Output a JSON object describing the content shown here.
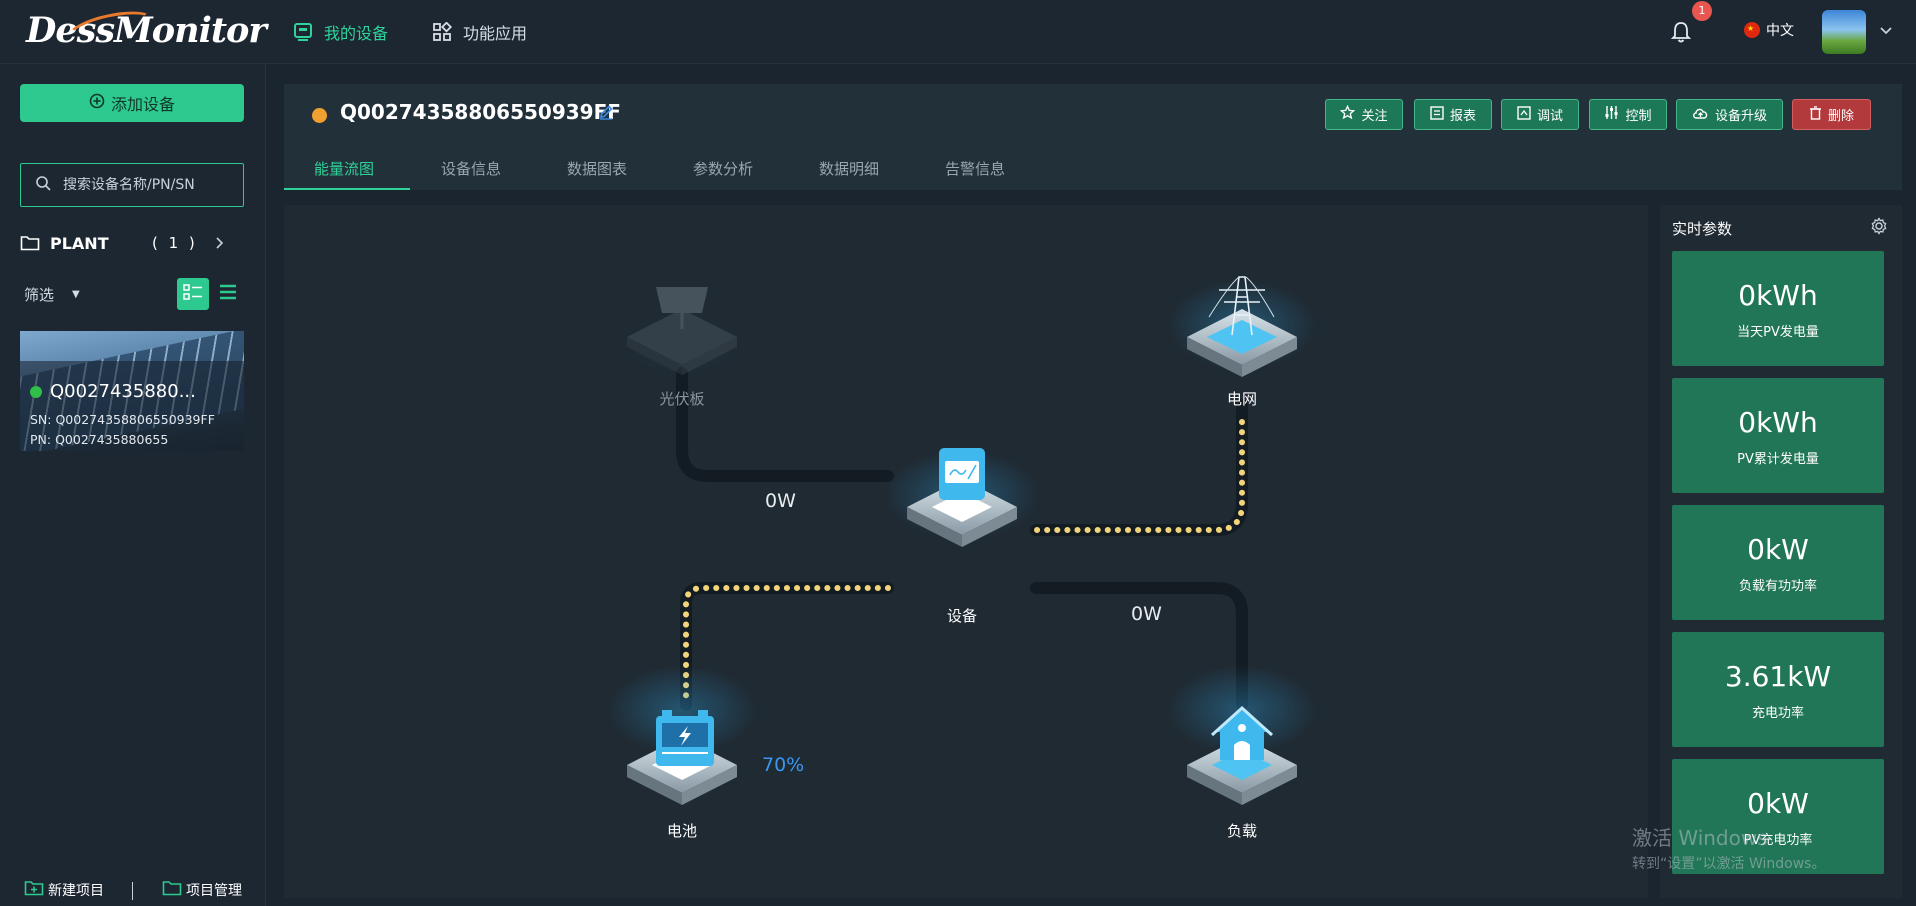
{
  "app": {
    "logo_text": "DessMonitor",
    "nav": [
      {
        "label": "我的设备"
      },
      {
        "label": "功能应用"
      }
    ],
    "notification_count": "1",
    "language": "中文"
  },
  "sidebar": {
    "add_device_label": "添加设备",
    "search_placeholder": "搜索设备名称/PN/SN",
    "plant_label": "PLANT",
    "plant_count": "( 1 )",
    "filter_label": "筛选",
    "device_card": {
      "name": "Q0027435880...",
      "sn": "SN: Q0027435880655093​9FF",
      "pn": "PN: Q0027435880655"
    },
    "bottom": {
      "new_project": "新建项目",
      "project_manage": "项目管理"
    }
  },
  "header": {
    "device_title": "Q00274358806550939FF",
    "actions": [
      {
        "label": "关注"
      },
      {
        "label": "报表"
      },
      {
        "label": "调试"
      },
      {
        "label": "控制"
      },
      {
        "label": "设备升级"
      },
      {
        "label": "删除"
      }
    ],
    "tabs": [
      {
        "label": "能量流图"
      },
      {
        "label": "设备信息"
      },
      {
        "label": "数据图表"
      },
      {
        "label": "参数分析"
      },
      {
        "label": "数据明细"
      },
      {
        "label": "告警信息"
      }
    ]
  },
  "flow": {
    "pv_label": "光伏板",
    "grid_label": "电网",
    "device_label": "设备",
    "battery_label": "电池",
    "load_label": "负载",
    "pv_power": "0W",
    "load_power": "0W",
    "battery_soc": "70%"
  },
  "realtime": {
    "title": "实时参数",
    "metrics": [
      {
        "value": "0kWh",
        "label": "当天PV发电量"
      },
      {
        "value": "0kWh",
        "label": "PV累计发电量"
      },
      {
        "value": "0kW",
        "label": "负载有功功率"
      },
      {
        "value": "3.61kW",
        "label": "充电功率"
      },
      {
        "value": "0kW",
        "label": "PV充电功率"
      }
    ]
  },
  "watermark": {
    "line1": "激活 Windows",
    "line2": "转到“设置”以激活 Windows。"
  },
  "colors": {
    "accent": "#2fd39a",
    "status_orange": "#f0a030",
    "online_green": "#2fbe47",
    "flow_dots": "#f2d57a",
    "metric_bg": "#207656",
    "danger": "#b23a3c"
  }
}
